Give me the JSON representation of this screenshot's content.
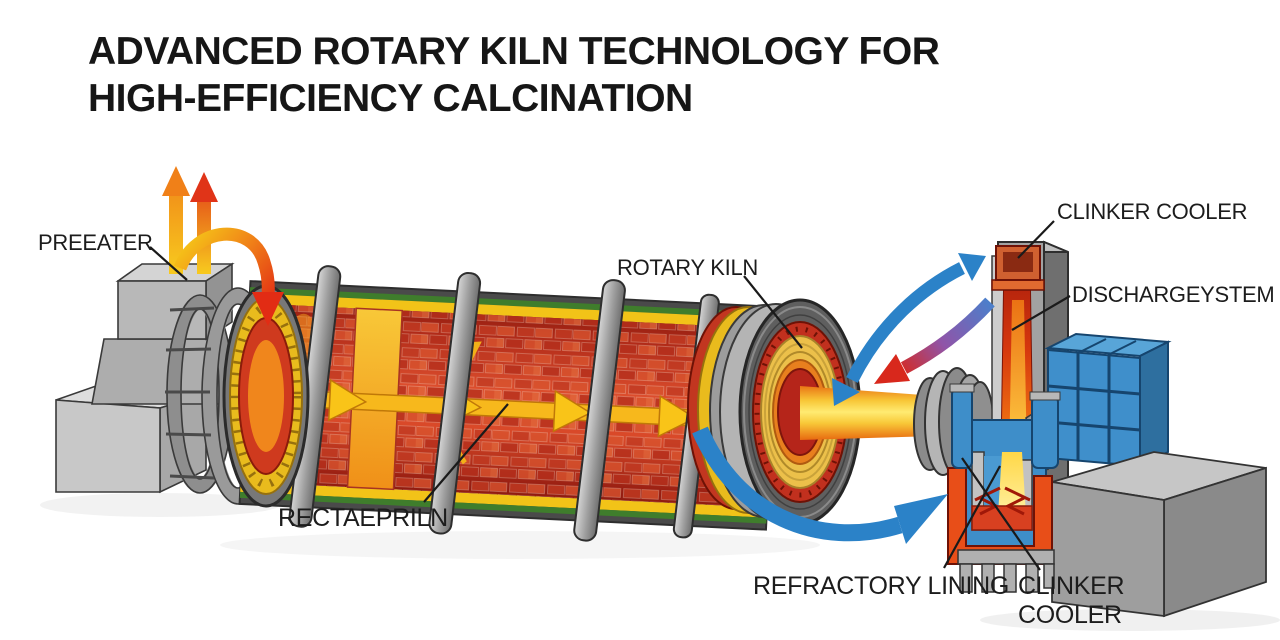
{
  "title": {
    "line1": "ADVANCED ROTARY KILN TECHNOLOGY FOR",
    "line2": "HIGH-EFFICIENCY CALCINATION"
  },
  "labels": {
    "preheater": "PREEATER",
    "rotary_kiln": "ROTARY KILN",
    "clinker_cooler_top": "CLINKER COOLER",
    "discharge_system": "DISCHARGEYSTEM",
    "kiln_interior": "RECTAEPRILN",
    "refractory_lining": "REFRACTORY LINING",
    "clinker_cooler_bottom_line1": "CLINKER",
    "clinker_cooler_bottom_line2": "COOLER"
  },
  "colors": {
    "arrow_blue": "#2b82c8",
    "hot_red": "#d8281c",
    "flame_yellow": "#f7c81e",
    "flame_orange": "#f08018",
    "kiln_red": "#c1301e",
    "steel_grey": "#a2a2a2",
    "cooler_blue": "#3e8ec9",
    "lining_green": "#3f7d2c",
    "label_black": "#1c1c1c"
  }
}
